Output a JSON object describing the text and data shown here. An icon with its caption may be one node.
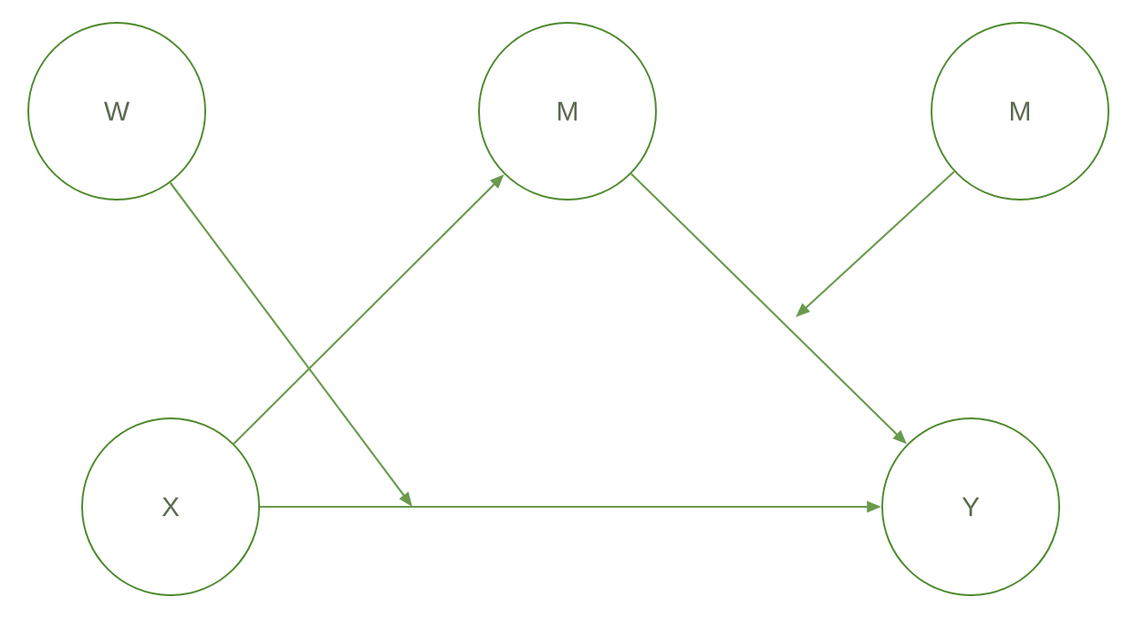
{
  "diagram": {
    "nodes": [
      {
        "text": [
          "W"
        ]
      },
      {
        "text": [
          "M"
        ]
      },
      {
        "text": [
          "M"
        ]
      },
      {
        "text": [
          "X"
        ]
      },
      {
        "text": [
          "Y"
        ]
      }
    ],
    "edges": [
      {
        "from": 3,
        "to": 1,
        "arrow": "to"
      },
      {
        "from": 1,
        "to": 4,
        "arrow": "to"
      },
      {
        "from": 3,
        "to": 4,
        "arrow": "to"
      },
      {
        "from": 0,
        "to": null,
        "arrow": "to"
      },
      {
        "from": 2,
        "to": null,
        "arrow": "to"
      }
    ]
  }
}
